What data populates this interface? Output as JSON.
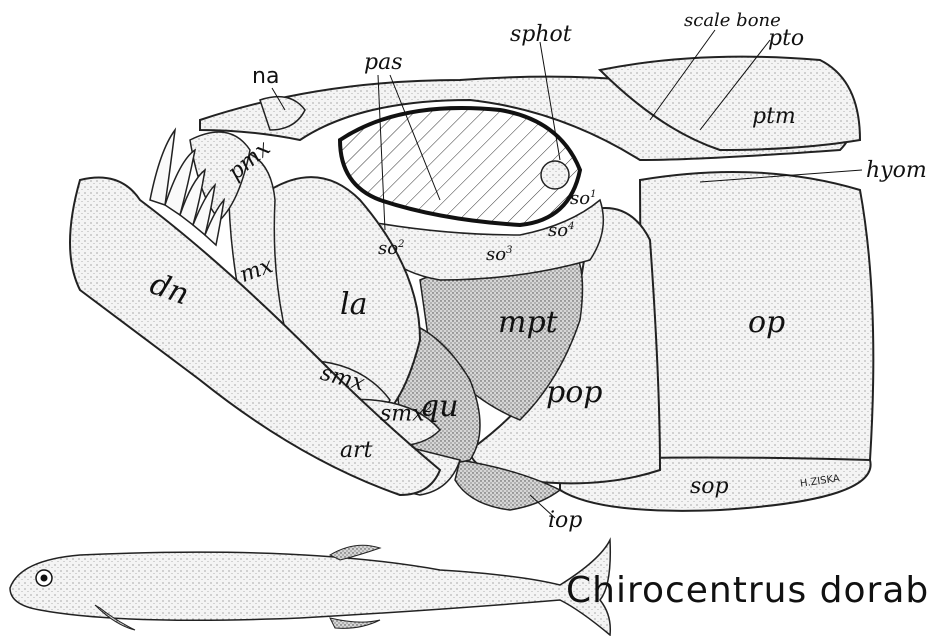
{
  "labels": {
    "na": "na",
    "pas": "pas",
    "sphot": "sphot",
    "scale_bone": "scale bone",
    "pto": "pto",
    "ptm": "ptm",
    "hyom": "hyom",
    "pmx": "pmx",
    "so1": "so",
    "so1_sup": "1",
    "so2": "so",
    "so2_sup": "2",
    "so3": "so",
    "so3_sup": "3",
    "so4": "so",
    "so4_sup": "4",
    "mx": "mx",
    "la": "la",
    "dn": "dn",
    "mpt": "mpt",
    "op": "op",
    "smx": "smx",
    "smx2": "smx",
    "smx2_sup": "2",
    "qu": "qu",
    "pop": "pop",
    "art": "art",
    "sop": "sop",
    "iop": "iop"
  },
  "signature": "H.ZISKA",
  "title": "Chirocentrus  dorab"
}
